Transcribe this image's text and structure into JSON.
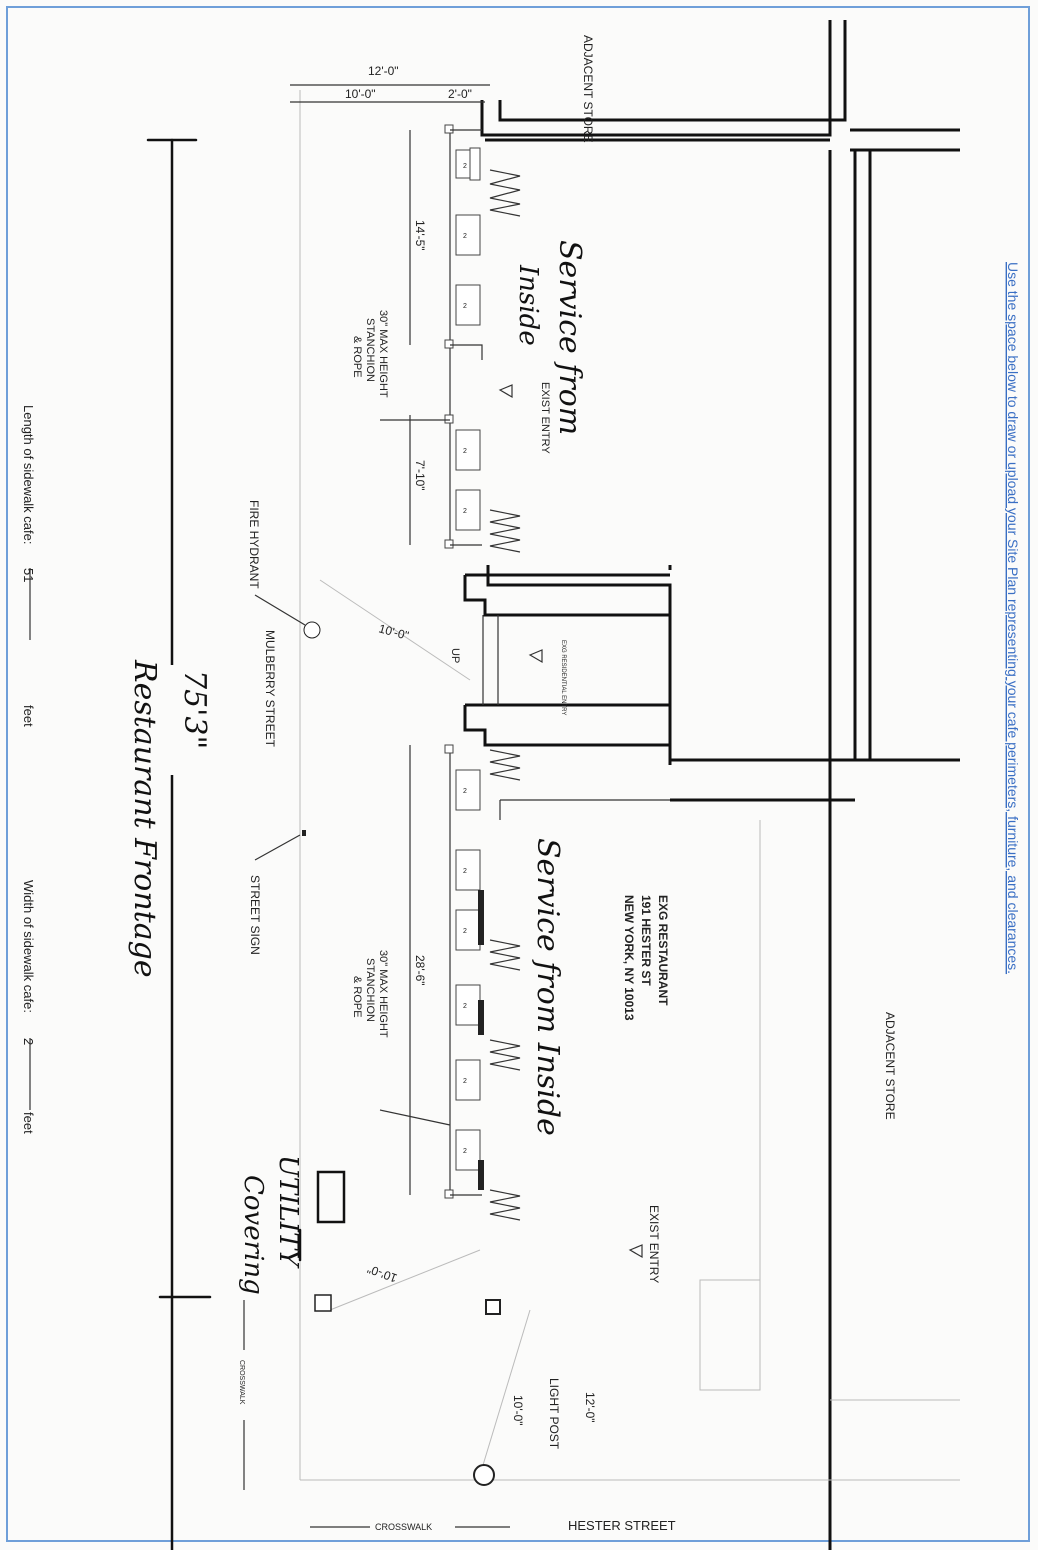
{
  "instruction": "Use the space below to draw or upload your Site Plan representing your cafe perimeters, furniture, and clearances.",
  "labels": {
    "adjacent_store": "ADJACENT STORE",
    "restaurant_l1": "EXG RESTAURANT",
    "restaurant_l2": "191 HESTER ST",
    "restaurant_l3": "NEW YORK, NY 10013",
    "exist_entry": "EXIST ENTRY",
    "exg_residential_entry": "EXG RESIDENTIAL ENTRY",
    "up": "UP",
    "stanchion_l1": "30\" MAX HEIGHT",
    "stanchion_l2": "STANCHION",
    "stanchion_l3": "& ROPE",
    "fire_hydrant": "FIRE HYDRANT",
    "mulberry_street": "MULBERRY STREET",
    "street_sign": "STREET SIGN",
    "light_post": "LIGHT POST",
    "hester_street": "HESTER STREET",
    "crosswalk": "CROSSWALK",
    "table_mark": "2"
  },
  "dimensions": {
    "d12": "12'-0\"",
    "d10": "10'-0\"",
    "d2": "2'-0\"",
    "d14_5": "14'-5\"",
    "d7_10": "7'-10\"",
    "d28_6": "28'-6\""
  },
  "handwritten": {
    "service_a_l1": "Service from",
    "service_a_l2": "Inside",
    "service_b": "Service from Inside",
    "frontage_len": "75'3\"",
    "frontage_label": "Restaurant Frontage",
    "utility_l1": "UTILITY",
    "utility_l2": "Covering"
  },
  "footer": {
    "length_label": "Length of  sidewalk cafe:",
    "length_value": "51",
    "width_label": "Width of sidewalk cafe:",
    "width_value": "2",
    "unit": "feet"
  }
}
